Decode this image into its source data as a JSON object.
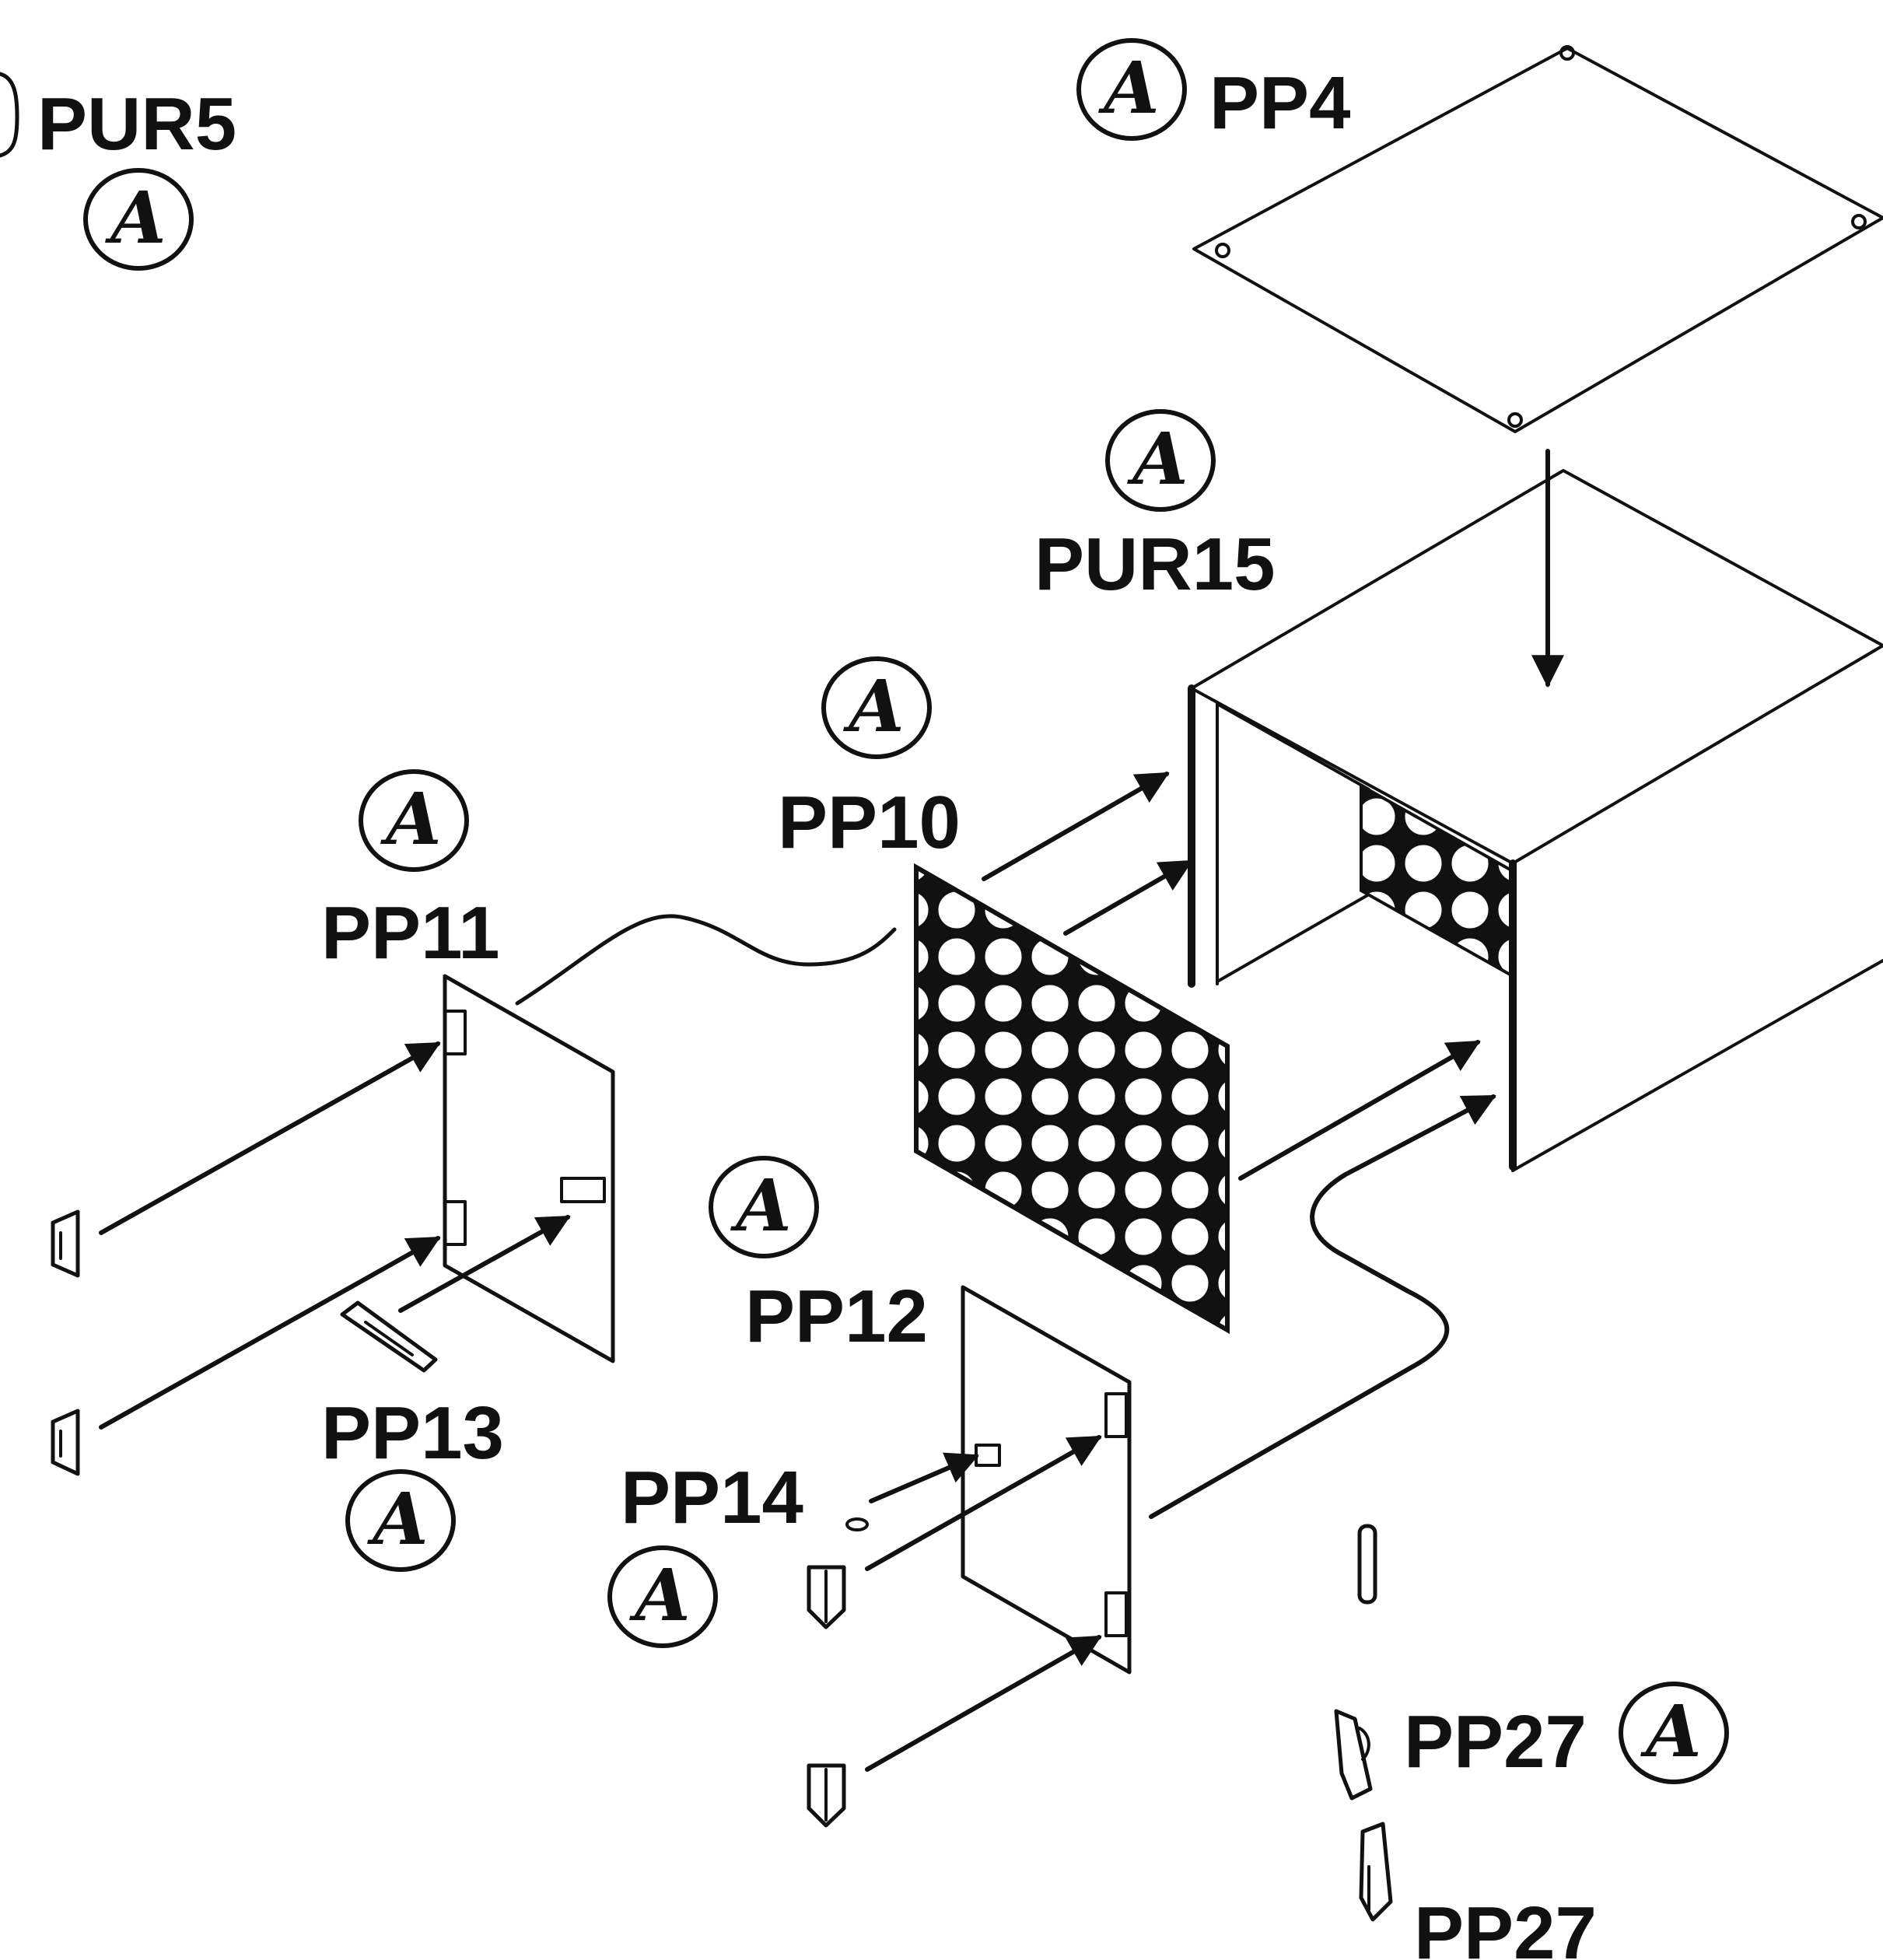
{
  "labels": {
    "pur5": "PUR5",
    "pp4": "PP4",
    "pur15": "PUR15",
    "pp10": "PP10",
    "pp11": "PP11",
    "pp12": "PP12",
    "pp13": "PP13",
    "pp14": "PP14",
    "pp27_upper": "PP27",
    "pp27_lower": "PP27"
  },
  "marker": {
    "letter": "A"
  },
  "colors": {
    "ink": "#111111",
    "background": "#ffffff"
  }
}
